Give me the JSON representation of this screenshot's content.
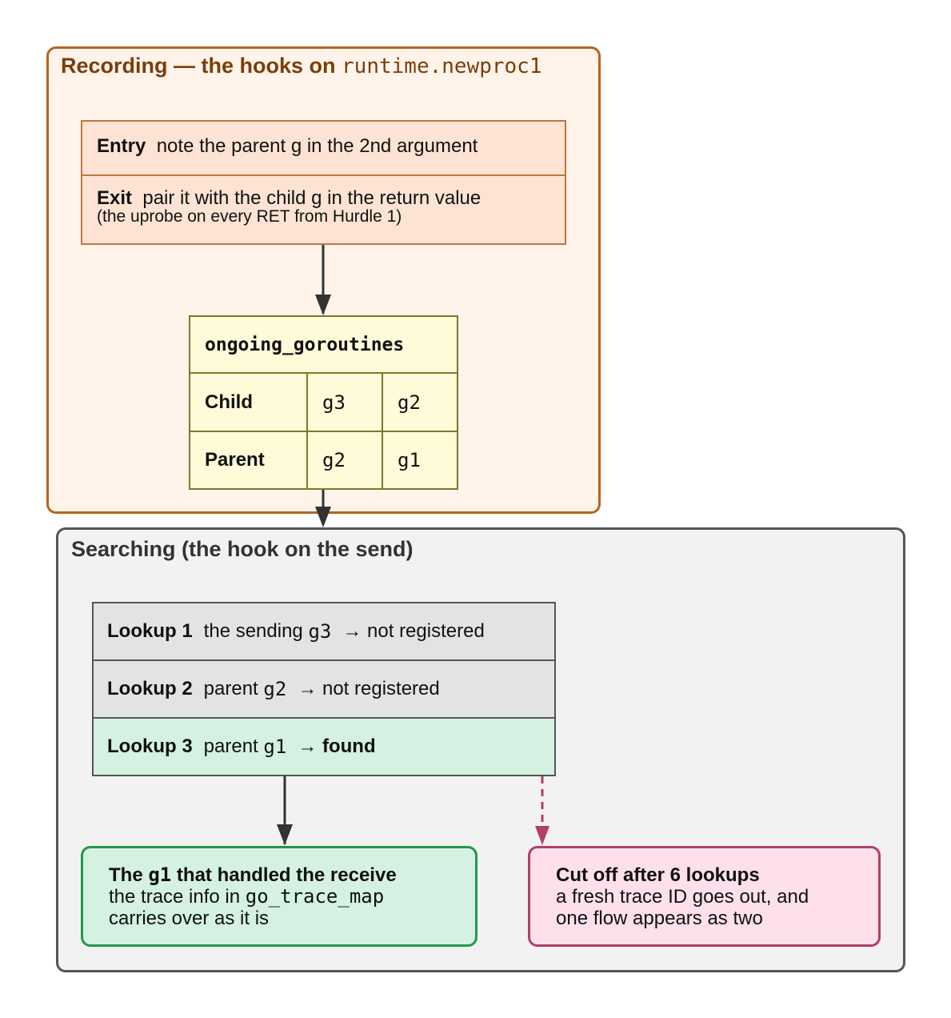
{
  "recording": {
    "title": "Recording — the hooks on",
    "title_code": "runtime.newproc1",
    "entry": {
      "label": "Entry",
      "text": "note the parent g in the 2nd argument"
    },
    "exit": {
      "label": "Exit",
      "text": "pair it with the child g in the return value",
      "note": "(the uprobe on every RET from Hurdle 1)"
    },
    "table": {
      "name": "ongoing_goroutines",
      "rows": [
        {
          "label": "Child",
          "values": [
            "g3",
            "g2"
          ]
        },
        {
          "label": "Parent",
          "values": [
            "g2",
            "g1"
          ]
        }
      ]
    }
  },
  "searching": {
    "title": "Searching (the hook on the send)",
    "lookups": [
      {
        "label": "Lookup 1",
        "text": "the sending",
        "g": "g3",
        "arrow": "→",
        "result": "not registered",
        "found": false
      },
      {
        "label": "Lookup 2",
        "text": "parent",
        "g": "g2",
        "arrow": "→",
        "result": "not registered",
        "found": false
      },
      {
        "label": "Lookup 3",
        "text": "parent",
        "g": "g1",
        "arrow": "→",
        "result": "found",
        "found": true
      }
    ],
    "found_box": {
      "title_pre": "The",
      "title_code": "g1",
      "title_post": "that handled the receive",
      "line1_pre": "the trace info in",
      "line1_code": "go_trace_map",
      "line2": "carries over as it is"
    },
    "cut_box": {
      "title": "Cut off after 6 lookups",
      "line1": "a fresh trace ID goes out, and",
      "line2": "one flow appears as two"
    }
  },
  "colors": {
    "recording_border": "#b5651d",
    "recording_fill": "#fff3ea",
    "searching_border": "#555555",
    "found_border": "#1e9a4a",
    "found_fill": "#d4f1e1",
    "cut_border": "#b23e6a",
    "cut_fill": "#fde0ea"
  }
}
